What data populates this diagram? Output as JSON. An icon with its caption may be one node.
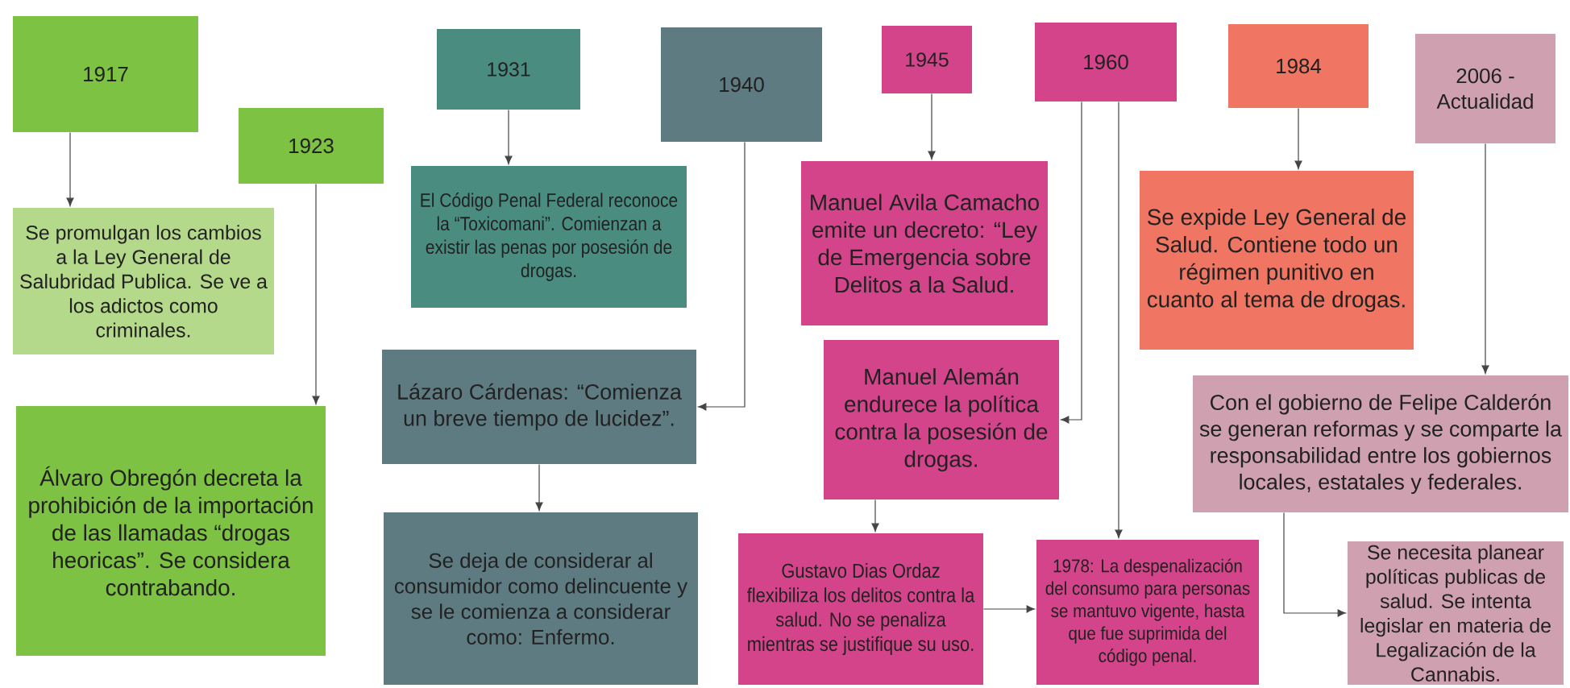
{
  "diagram": {
    "nodes": [
      {
        "text": [
          "1917"
        ]
      },
      {
        "text": [
          "1923"
        ]
      },
      {
        "text": [
          "Se promulgan los cambios a la Ley General de Salubridad Publica. Se ve a los adictos como criminales."
        ]
      },
      {
        "text": [
          "Álvaro Obregón decreta la prohibición de la importación de las llamadas “drogas heoricas”. Se considera contrabando."
        ]
      },
      {
        "text": [
          "1931"
        ]
      },
      {
        "text": [
          "El Código Penal Federal reconoce la “Toxicomani”. Comienzan a existir las penas por posesión de drogas."
        ]
      },
      {
        "text": [
          "1940"
        ]
      },
      {
        "text": [
          "Lázaro Cárdenas: “Comienza un breve tiempo de lucidez”."
        ]
      },
      {
        "text": [
          "Se deja de considerar al consumidor como delincuente y se le comienza a considerar como: Enfermo."
        ]
      },
      {
        "text": [
          "1945"
        ]
      },
      {
        "text": [
          "Manuel Avila Camacho emite un decreto: “Ley de Emergencia sobre Delitos a la Salud."
        ]
      },
      {
        "text": [
          "1960"
        ]
      },
      {
        "text": [
          "Manuel Alemán endurece la política contra la posesión de drogas."
        ]
      },
      {
        "text": [
          "Gustavo Dias Ordaz flexibiliza los delitos contra la salud. No se penaliza mientras se justifique su uso."
        ]
      },
      {
        "text": [
          "1978: La despenalización del consumo para personas se mantuvo vigente, hasta que fue suprimida del código penal."
        ]
      },
      {
        "text": [
          "1984"
        ]
      },
      {
        "text": [
          "Se expide Ley General de Salud. Contiene todo un régimen punitivo en cuanto al tema de drogas."
        ]
      },
      {
        "text": [
          "2006 - Actualidad"
        ]
      },
      {
        "text": [
          "Con el gobierno de Felipe Calderón se generan reformas y se comparte la responsabilidad entre los gobiernos locales, estatales y federales."
        ]
      },
      {
        "text": [
          "Se necesita planear políticas publicas de salud. Se intenta legislar en materia de Legalización de la Cannabis."
        ]
      }
    ],
    "edges": [
      {
        "from": 0,
        "to": 2,
        "arrow": "to"
      },
      {
        "from": 1,
        "to": 3,
        "arrow": "to"
      },
      {
        "from": 4,
        "to": 5,
        "arrow": "to"
      },
      {
        "from": 6,
        "to": 7,
        "arrow": "to"
      },
      {
        "from": 7,
        "to": 8,
        "arrow": "to"
      },
      {
        "from": 9,
        "to": 10,
        "arrow": "to"
      },
      {
        "from": 11,
        "to": 12,
        "arrow": "to"
      },
      {
        "from": 11,
        "to": 14,
        "arrow": "to"
      },
      {
        "from": 12,
        "to": 13,
        "arrow": "to"
      },
      {
        "from": 13,
        "to": 14,
        "arrow": "to"
      },
      {
        "from": 15,
        "to": 16,
        "arrow": "to"
      },
      {
        "from": 17,
        "to": 18,
        "arrow": "to"
      },
      {
        "from": 18,
        "to": 19,
        "arrow": "to"
      }
    ]
  }
}
